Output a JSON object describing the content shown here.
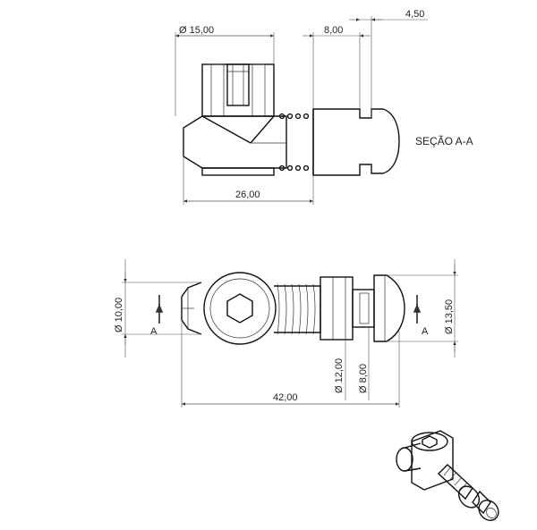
{
  "section_label": "SEÇÃO A-A",
  "section_marks": {
    "left": "A",
    "right": "A"
  },
  "dimensions": {
    "top_dia_15": "Ø 15,00",
    "top_8": "8,00",
    "top_4_5": "4,50",
    "top_26": "26,00",
    "front_dia_10": "Ø 10,00",
    "front_dia_13_5": "Ø 13,50",
    "front_dia_12": "Ø 12,00",
    "front_dia_8": "Ø 8,00",
    "front_42": "42,00"
  }
}
